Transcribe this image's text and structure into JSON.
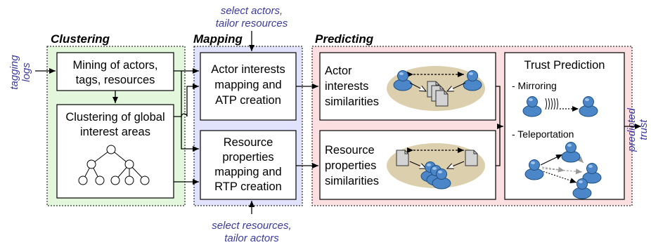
{
  "inputs": {
    "left": [
      "tagging",
      "logs"
    ],
    "top": [
      "select actors,",
      "tailor resources"
    ],
    "bottom": [
      "select resources,",
      "tailor actors"
    ]
  },
  "output": [
    "predicted",
    "trust"
  ],
  "sections": {
    "clustering": {
      "label": "Clustering",
      "color": "#e3f7dd",
      "boxes": {
        "mining": [
          "Mining of actors,",
          "tags, resources"
        ],
        "global": [
          "Clustering of global",
          "interest areas"
        ]
      }
    },
    "mapping": {
      "label": "Mapping",
      "color": "#e1e2fb",
      "boxes": {
        "actor": [
          "Actor interests",
          "mapping and",
          "ATP creation"
        ],
        "resource": [
          "Resource",
          "properties",
          "mapping and",
          "RTP creation"
        ]
      }
    },
    "predicting": {
      "label": "Predicting",
      "color": "#fcdfe0",
      "boxes": {
        "actor_sim": [
          "Actor",
          "interests",
          "similarities"
        ],
        "resource_sim": [
          "Resource",
          "properties",
          "similarities"
        ]
      },
      "trust": {
        "title": "Trust Prediction",
        "mirroring": "- Mirroring",
        "teleportation": "- Teleportation"
      }
    }
  },
  "icons": [
    "person-icon",
    "document-icon",
    "tree-icon"
  ],
  "colors": {
    "person_fill": "#4a86c8",
    "document_fill": "#c8c8c8",
    "side_text": "#3a3aa0"
  }
}
